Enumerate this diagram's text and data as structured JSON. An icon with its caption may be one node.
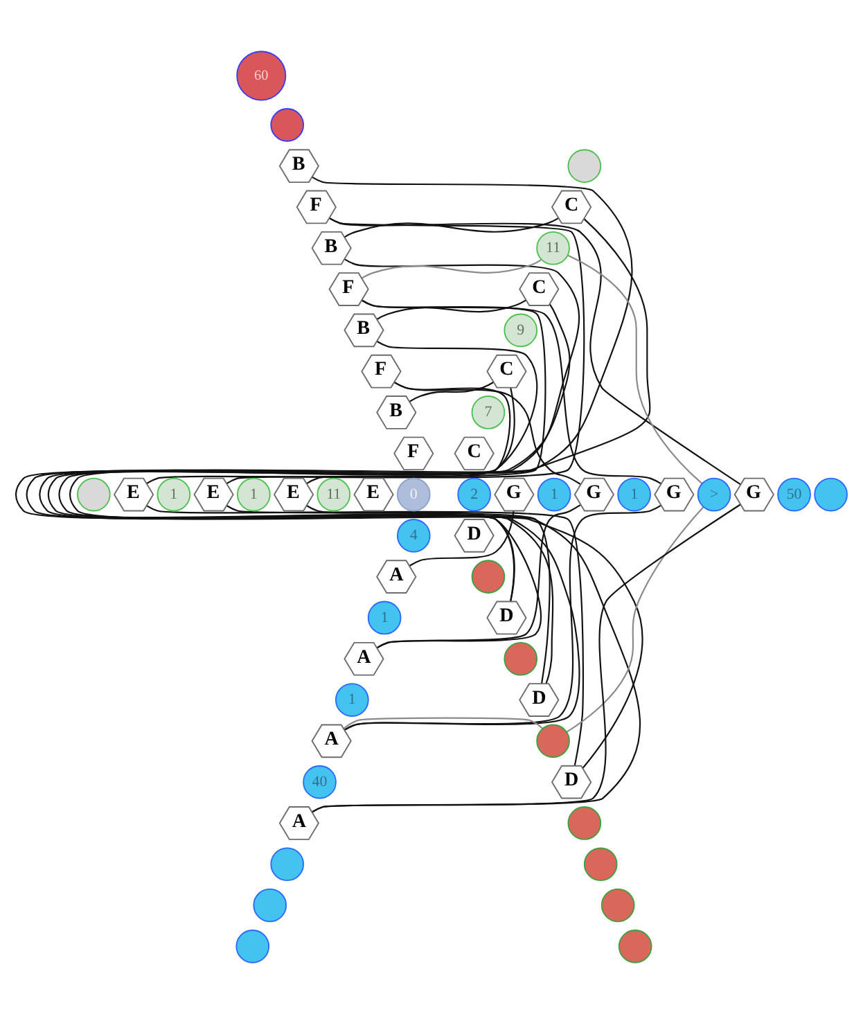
{
  "diagram": {
    "nodes": [
      {
        "text": [
          "60"
        ]
      },
      {
        "text": [],
        "shape": "circle"
      },
      {
        "text": [
          "B"
        ]
      },
      {
        "text": [],
        "shape": "circle"
      },
      {
        "text": [
          "F"
        ]
      },
      {
        "text": [
          "C"
        ]
      },
      {
        "text": [
          "B"
        ]
      },
      {
        "text": [
          "11"
        ]
      },
      {
        "text": [
          "F"
        ]
      },
      {
        "text": [
          "C"
        ]
      },
      {
        "text": [
          "B"
        ]
      },
      {
        "text": [
          "9"
        ]
      },
      {
        "text": [
          "F"
        ]
      },
      {
        "text": [
          "C"
        ]
      },
      {
        "text": [
          "B"
        ]
      },
      {
        "text": [
          "7"
        ]
      },
      {
        "text": [
          "F"
        ]
      },
      {
        "text": [
          "C"
        ]
      },
      {
        "text": [],
        "shape": "circle"
      },
      {
        "text": [
          "E"
        ]
      },
      {
        "text": [
          "1"
        ]
      },
      {
        "text": [
          "E"
        ]
      },
      {
        "text": [
          "1"
        ]
      },
      {
        "text": [
          "E"
        ]
      },
      {
        "text": [
          "11"
        ]
      },
      {
        "text": [
          "E"
        ]
      },
      {
        "text": [
          "0"
        ]
      },
      {
        "text": [
          "2"
        ]
      },
      {
        "text": [
          "G"
        ]
      },
      {
        "text": [
          "1"
        ]
      },
      {
        "text": [
          "G"
        ]
      },
      {
        "text": [
          "1"
        ]
      },
      {
        "text": [
          "G"
        ]
      },
      {
        "text": [
          ">"
        ]
      },
      {
        "text": [
          "G"
        ]
      },
      {
        "text": [
          "50"
        ]
      },
      {
        "text": [],
        "shape": "circle"
      },
      {
        "text": [
          "4"
        ]
      },
      {
        "text": [
          "D"
        ]
      },
      {
        "text": [
          "A"
        ]
      },
      {
        "text": [],
        "shape": "circle"
      },
      {
        "text": [
          "1"
        ]
      },
      {
        "text": [
          "D"
        ]
      },
      {
        "text": [
          "A"
        ]
      },
      {
        "text": [],
        "shape": "circle"
      },
      {
        "text": [
          "1"
        ]
      },
      {
        "text": [
          "D"
        ]
      },
      {
        "text": [
          "A"
        ]
      },
      {
        "text": [],
        "shape": "circle"
      },
      {
        "text": [
          "40"
        ]
      },
      {
        "text": [
          "D"
        ]
      },
      {
        "text": [
          "A"
        ]
      },
      {
        "text": [],
        "shape": "circle"
      },
      {
        "text": [],
        "shape": "circle"
      },
      {
        "text": [],
        "shape": "circle"
      },
      {
        "text": [],
        "shape": "circle"
      },
      {
        "text": [],
        "shape": "circle"
      },
      {
        "text": [],
        "shape": "circle"
      },
      {
        "text": [],
        "shape": "circle"
      }
    ],
    "edges": [
      {
        "from": 2,
        "to": 51,
        "arrow": "none"
      },
      {
        "from": 6,
        "to": 47,
        "arrow": "none"
      },
      {
        "from": 10,
        "to": 43,
        "arrow": "none"
      },
      {
        "from": 5,
        "to": 50,
        "arrow": "none"
      },
      {
        "from": 9,
        "to": 46,
        "arrow": "none"
      },
      {
        "from": 13,
        "to": 42,
        "arrow": "none"
      },
      {
        "from": 4,
        "to": 19,
        "arrow": "none"
      },
      {
        "from": 8,
        "to": 21,
        "arrow": "none"
      },
      {
        "from": 12,
        "to": 23,
        "arrow": "none"
      },
      {
        "from": 19,
        "to": 50,
        "arrow": "none"
      },
      {
        "from": 21,
        "to": 46,
        "arrow": "none"
      },
      {
        "from": 23,
        "to": 42,
        "arrow": "none"
      },
      {
        "from": 4,
        "to": 34,
        "arrow": "none"
      },
      {
        "from": 8,
        "to": 32,
        "arrow": "none"
      },
      {
        "from": 12,
        "to": 30,
        "arrow": "none"
      },
      {
        "from": 6,
        "to": 5,
        "arrow": "none"
      },
      {
        "from": 10,
        "to": 9,
        "arrow": "none"
      },
      {
        "from": 14,
        "to": 13,
        "arrow": "none"
      },
      {
        "from": 28,
        "to": 39,
        "arrow": "none"
      },
      {
        "from": 30,
        "to": 43,
        "arrow": "none"
      },
      {
        "from": 32,
        "to": 47,
        "arrow": "none"
      },
      {
        "from": 34,
        "to": 51,
        "arrow": "none"
      },
      {
        "from": 8,
        "to": 7,
        "arrow": "none",
        "color": "#8a8a8a"
      },
      {
        "from": 7,
        "to": 33,
        "arrow": "none",
        "color": "#8a8a8a"
      },
      {
        "from": 33,
        "to": 48,
        "arrow": "none",
        "color": "#8a8a8a"
      },
      {
        "from": 47,
        "to": 48,
        "arrow": "none",
        "color": "#8a8a8a"
      }
    ]
  }
}
